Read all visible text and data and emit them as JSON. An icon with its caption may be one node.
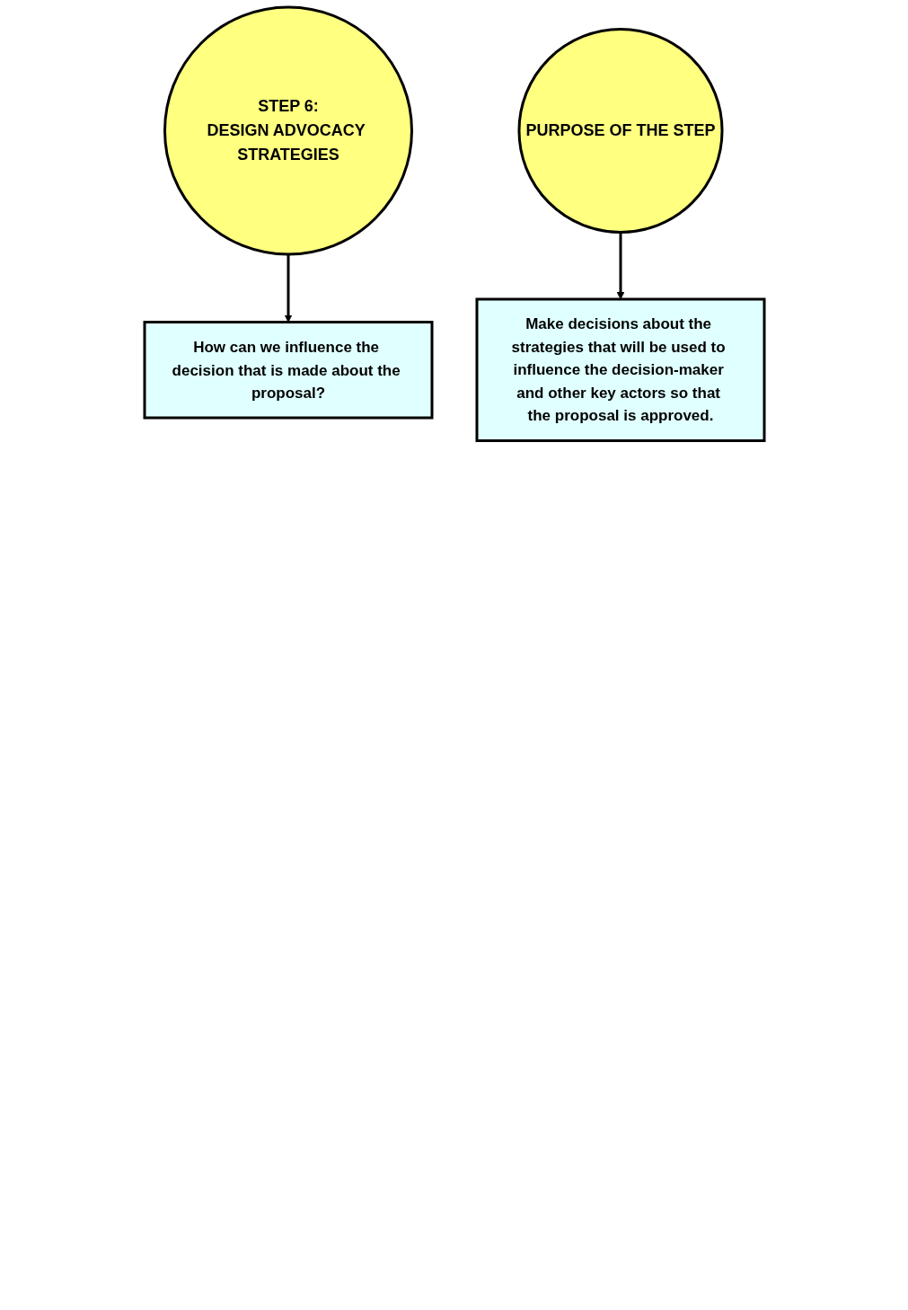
{
  "diagram": {
    "nodes": [
      {
        "text": [
          "STEP 6:",
          "DESIGN ADVOCACY STRATEGIES"
        ]
      },
      {
        "text": [
          "How can we influence the decision that is made about the proposal?"
        ]
      },
      {
        "text": [
          "PURPOSE OF THE STEP"
        ]
      },
      {
        "text": [
          "Make decisions about the strategies that will be used to influence the decision-maker and other key actors so that the proposal is approved."
        ]
      }
    ],
    "edges": [
      {
        "from": 0,
        "to": 1,
        "arrow": "to"
      },
      {
        "from": 2,
        "to": 3,
        "arrow": "to"
      }
    ]
  }
}
